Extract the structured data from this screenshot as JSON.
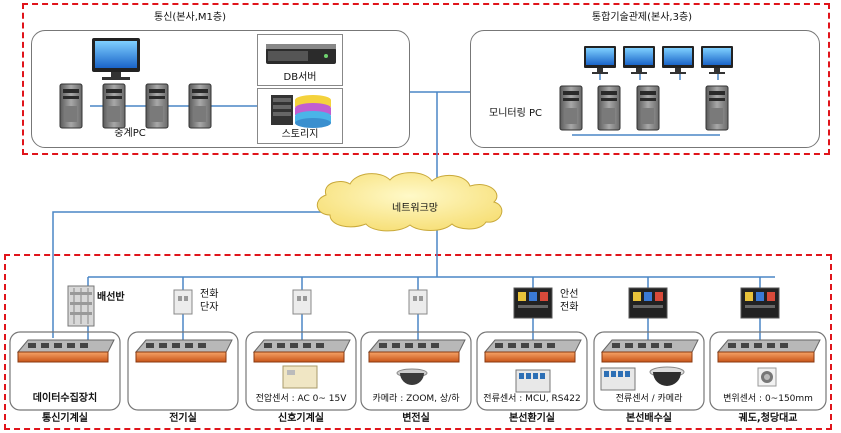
{
  "top_left": {
    "title": "통신(본사,M1층)",
    "relay_pc_label": "중계PC",
    "db_server_label": "DB서버",
    "storage_label": "스토리지"
  },
  "top_right": {
    "title": "통합기술관제(본사,3층)",
    "monitoring_pc_label": "모니터링 PC"
  },
  "network_label": "네트워크망",
  "bottom": {
    "distribution_panel_label": "배선반",
    "phone_terminal_label": [
      "전화",
      "단자"
    ],
    "emergency_phone_label": [
      "안선",
      "전화"
    ],
    "stations": [
      {
        "device_label": "데이터수집장치",
        "name": "통신기계실",
        "sensor_label": ""
      },
      {
        "device_label": "",
        "name": "전기실",
        "sensor_label": ""
      },
      {
        "device_label": "",
        "name": "신호기계실",
        "sensor_label": "전압센서 : AC 0~ 15V"
      },
      {
        "device_label": "",
        "name": "변전실",
        "sensor_label": "카메라 : ZOOM, 상/하"
      },
      {
        "device_label": "",
        "name": "본선환기실",
        "sensor_label": "전류센서 : MCU, RS422"
      },
      {
        "device_label": "",
        "name": "본선배수실",
        "sensor_label": "전류센서 / 카메라"
      },
      {
        "device_label": "",
        "name": "궤도,청당대교",
        "sensor_label": "변위센서 : 0~150mm"
      }
    ]
  },
  "colors": {
    "dashed_border": "#e0141b",
    "network_line": "#4a86c5",
    "collector_orange": "#e8742a"
  }
}
